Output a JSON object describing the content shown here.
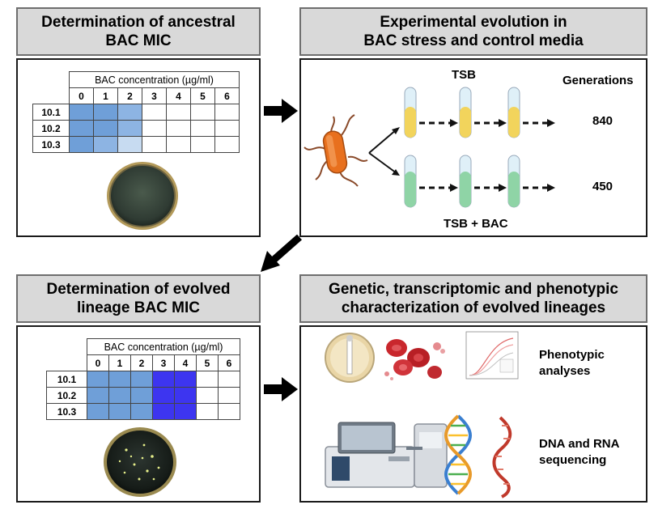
{
  "panels": {
    "ancestral": {
      "title_line1": "Determination of ancestral",
      "title_line2": "BAC MIC",
      "table": {
        "caption": "BAC concentration (µg/ml)",
        "columns": [
          "0",
          "1",
          "2",
          "3",
          "4",
          "5",
          "6"
        ],
        "rows": [
          "10.1",
          "10.2",
          "10.3"
        ]
      }
    },
    "evolution": {
      "title_line1": "Experimental evolution in",
      "title_line2": "BAC stress and control media",
      "tsb_label": "TSB",
      "tsb_bac_label": "TSB + BAC",
      "generations_label": "Generations",
      "generations_tsb": "840",
      "generations_bac": "450",
      "colors": {
        "tsb_medium": "#f2d45c",
        "bac_medium": "#8fd4a6",
        "bacterium": "#e8701e"
      }
    },
    "evolved": {
      "title_line1": "Determination of evolved",
      "title_line2": "lineage BAC MIC",
      "table": {
        "caption": "BAC concentration (µg/ml)",
        "columns": [
          "0",
          "1",
          "2",
          "3",
          "4",
          "5",
          "6"
        ],
        "rows": [
          "10.1",
          "10.2",
          "10.3"
        ]
      }
    },
    "characterization": {
      "title_line1": "Genetic, transcriptomic and phenotypic",
      "title_line2": "characterization of evolved lineages",
      "phenotypic_line1": "Phenotypic",
      "phenotypic_line2": "analyses",
      "sequencing_line1": "DNA and RNA",
      "sequencing_line2": "sequencing"
    }
  }
}
